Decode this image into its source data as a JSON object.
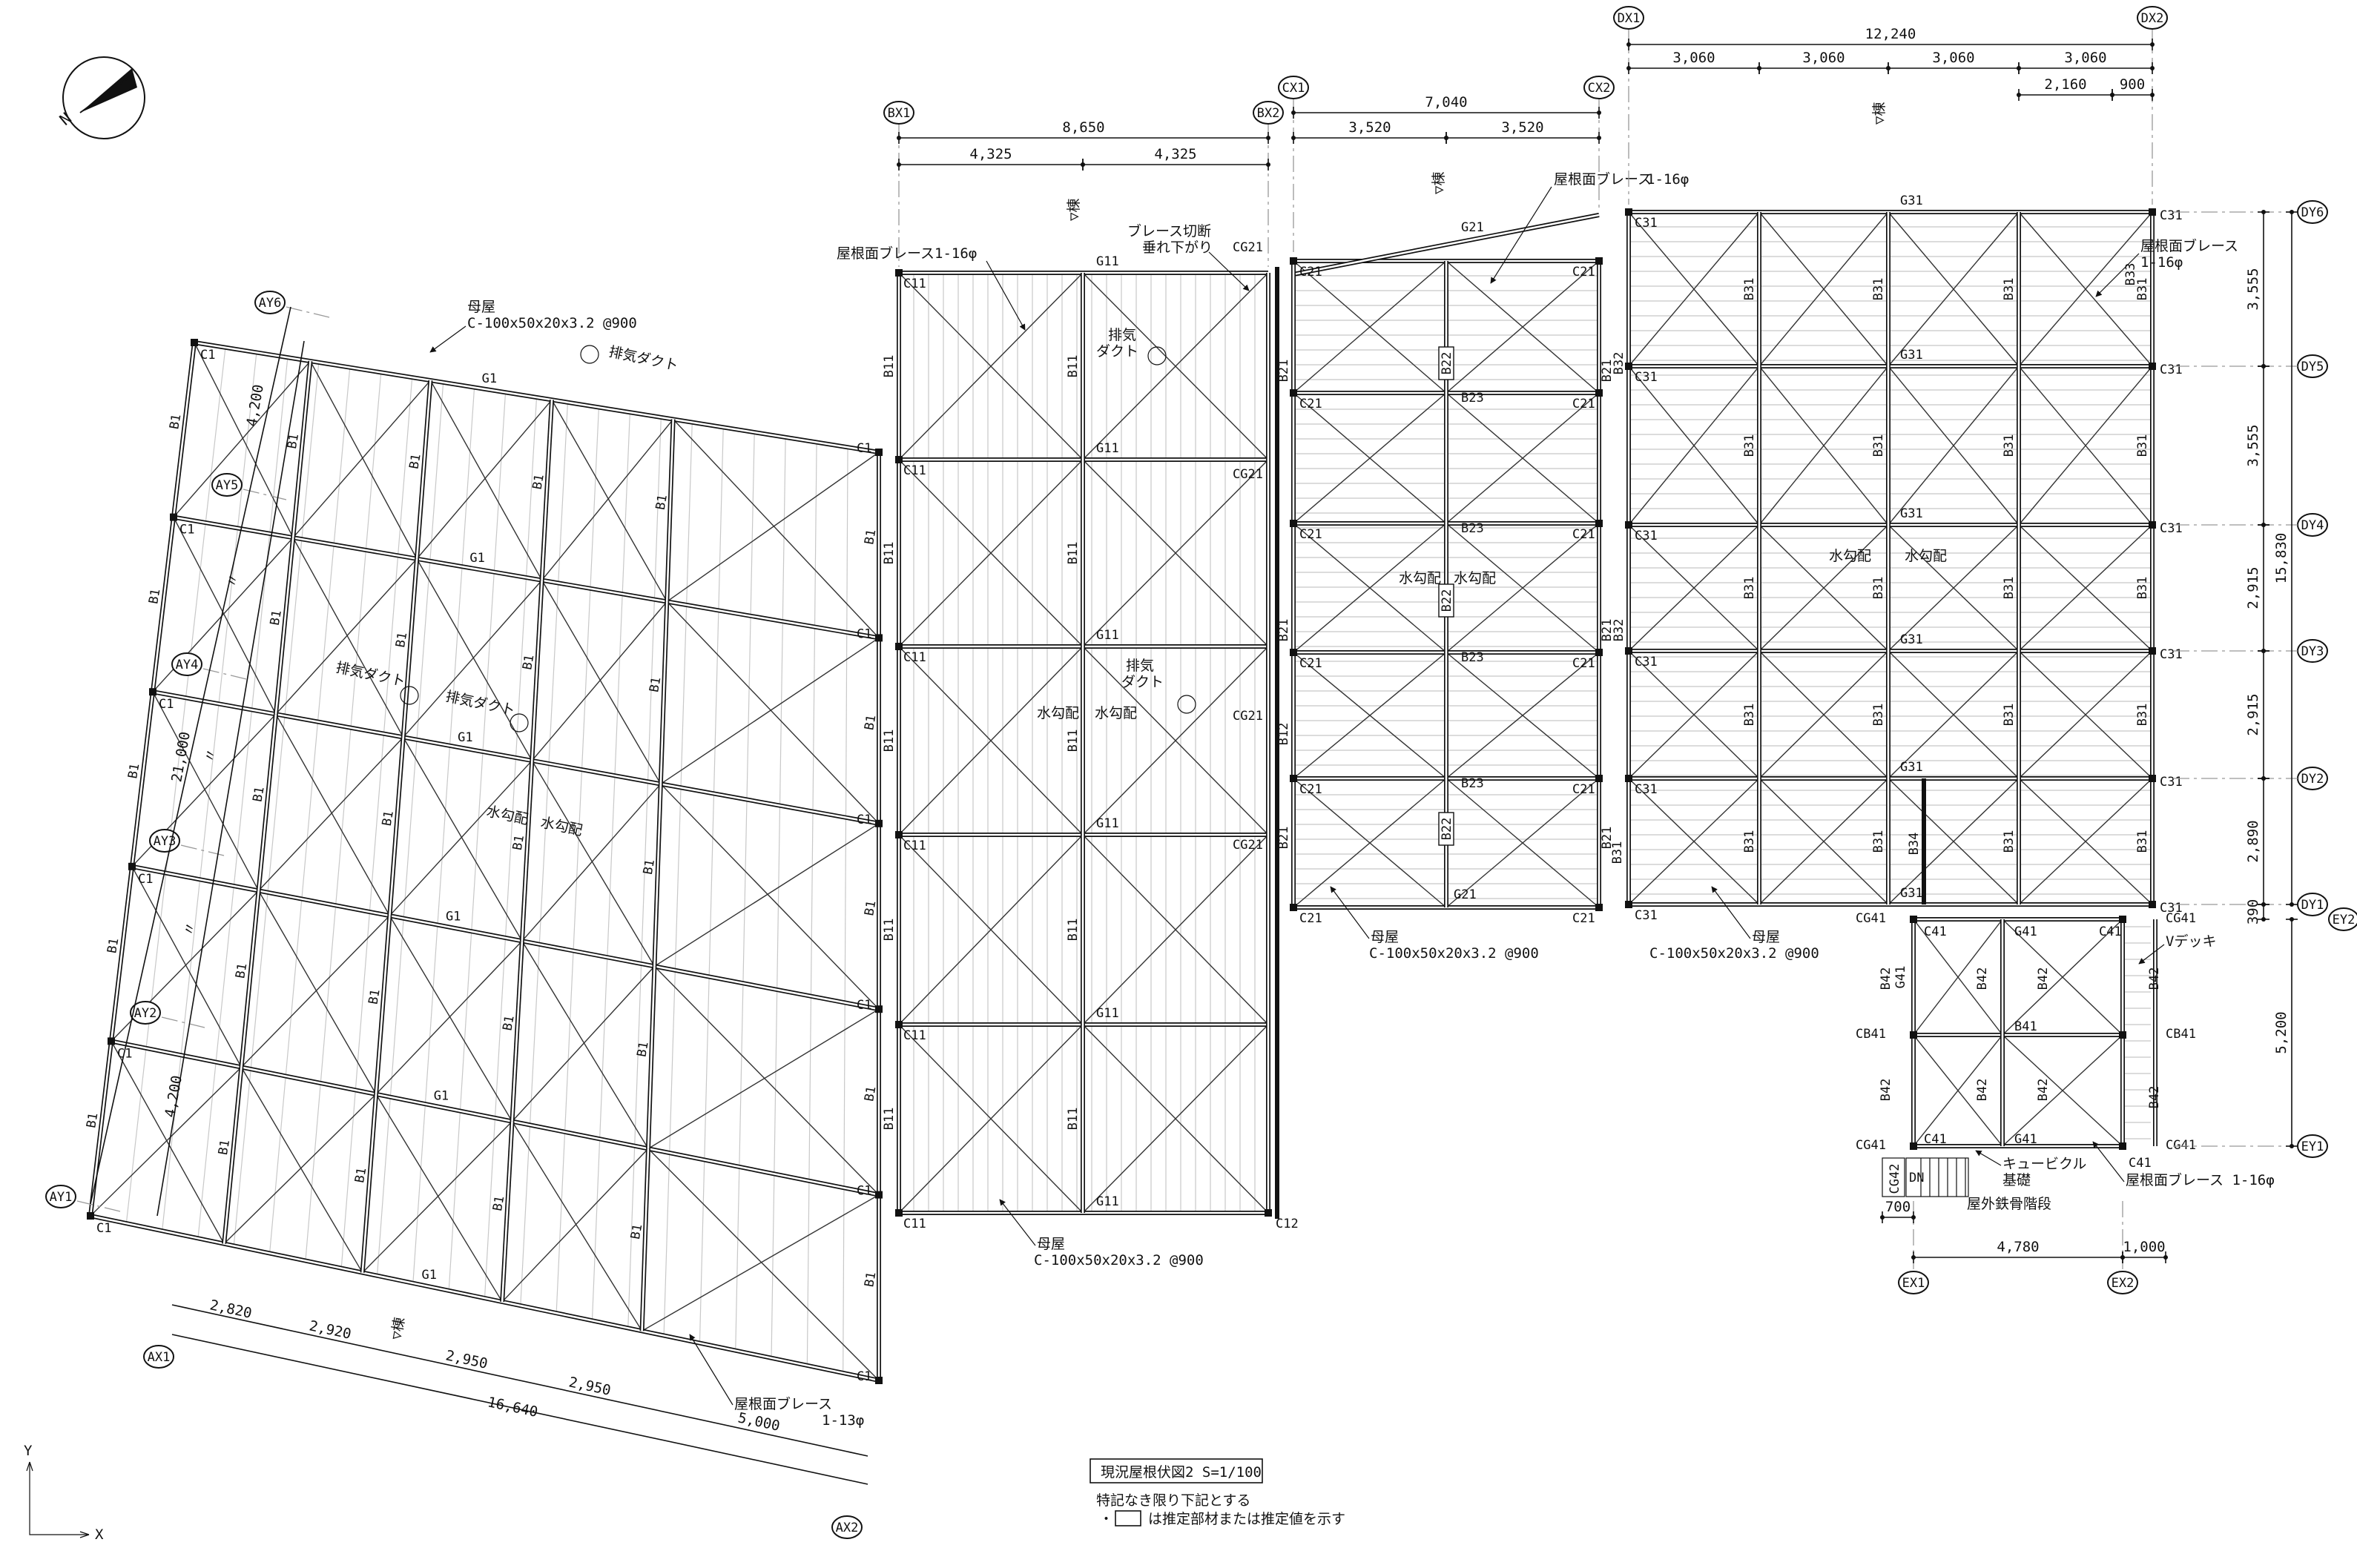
{
  "drawing": {
    "title_box": "現況屋根伏図2 S=1/100",
    "note_heading": "特記なき限り下記とする",
    "note_bullet": "・",
    "note_text": "は推定部材または推定値を示す",
    "north": "N",
    "axis_x": "X",
    "axis_y": "Y"
  },
  "grid_labels": {
    "ay": [
      "AY1",
      "AY2",
      "AY3",
      "AY4",
      "AY5",
      "AY6"
    ],
    "ax": [
      "AX1",
      "AX2"
    ],
    "bx": [
      "BX1",
      "BX2"
    ],
    "cx": [
      "CX1",
      "CX2"
    ],
    "dx": [
      "DX1",
      "DX2"
    ],
    "dy": [
      "DY1",
      "DY2",
      "DY3",
      "DY4",
      "DY5",
      "DY6"
    ],
    "ex": [
      "EX1",
      "EX2"
    ],
    "ey": [
      "EY1",
      "EY2"
    ]
  },
  "dimensions": {
    "a_left": [
      "4,200",
      "〃",
      "〃",
      "〃",
      "4,200"
    ],
    "a_left_total": "21,000",
    "a_bottom": [
      "2,820",
      "2,920",
      "2,950",
      "2,950",
      "5,000"
    ],
    "a_bottom_total": "16,640",
    "b_top": [
      "4,325",
      "4,325"
    ],
    "b_top_total": "8,650",
    "c_top": [
      "3,520",
      "3,520"
    ],
    "c_top_total": "7,040",
    "d_top": [
      "3,060",
      "3,060",
      "3,060",
      "3,060"
    ],
    "d_top_total": "12,240",
    "d_top_sub": [
      "2,160",
      "900"
    ],
    "d_right": [
      "3,555",
      "3,555",
      "2,915",
      "2,915",
      "2,890"
    ],
    "d_right_total": "15,830",
    "d_right_gap": "390",
    "e_right": "5,200",
    "e_bottom": [
      "4,780",
      "1,000"
    ],
    "e_left_small": "700"
  },
  "labels": {
    "purlin_title": "母屋",
    "purlin_spec": "C-100x50x20x3.2 @900",
    "roof_brace": "屋根面ブレース",
    "brace_13": "1-13φ",
    "brace_16": "1-16φ",
    "roof_brace_16": "屋根面ブレース 1-16φ",
    "exhaust_duct": "排気ダクト",
    "exhaust": "排気",
    "duct": "ダクト",
    "slope": "水勾配",
    "ridge": "▽棟",
    "brace_cut_1": "ブレース切断",
    "brace_cut_2": "垂れ下がり",
    "cubicle": "キュービクル",
    "foundation": "基礎",
    "stair": "屋外鉄骨階段",
    "vdeck": "Vデッキ",
    "dn": "DN"
  },
  "members": {
    "C1": "C1",
    "G1": "G1",
    "B1": "B1",
    "C11": "C11",
    "C12": "C12",
    "G11": "G11",
    "B11": "B11",
    "B12": "B12",
    "CG21": "CG21",
    "C21": "C21",
    "G21": "G21",
    "B21": "B21",
    "B22": "B22",
    "B23": "B23",
    "C31": "C31",
    "G31": "G31",
    "B31": "B31",
    "B32": "B32",
    "B33": "B33",
    "B34": "B34",
    "C41": "C41",
    "G41": "G41",
    "B41": "B41",
    "B42": "B42",
    "CG41": "CG41",
    "CB41": "CB41",
    "CG42": "CG42"
  }
}
